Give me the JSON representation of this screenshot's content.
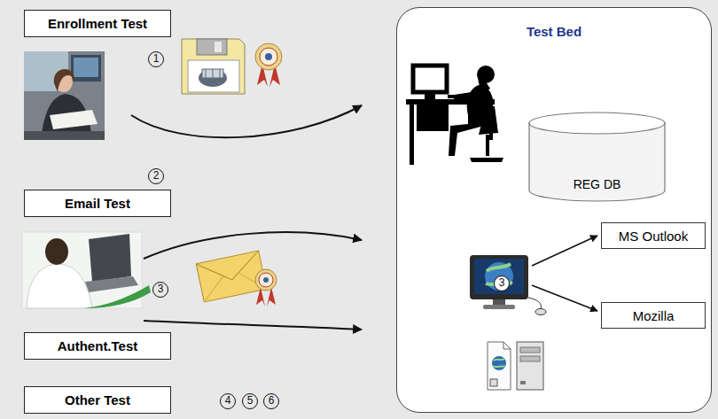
{
  "diagram": {
    "nodes": [
      {
        "text": [
          "Enrollment Test"
        ]
      },
      {
        "text": [
          "Email Test"
        ]
      },
      {
        "text": [
          "Authent.Test"
        ]
      },
      {
        "text": [
          "Other Test"
        ]
      },
      {
        "text": [
          "Test Bed"
        ]
      },
      {
        "text": [
          "REG DB"
        ],
        "in": 4
      },
      {
        "text": [
          "MS Outlook"
        ],
        "in": 4
      },
      {
        "text": [
          "Mozilla"
        ],
        "in": 4
      }
    ],
    "labels": [
      "1",
      "2",
      "3",
      "3",
      "4",
      "5",
      "6"
    ]
  }
}
